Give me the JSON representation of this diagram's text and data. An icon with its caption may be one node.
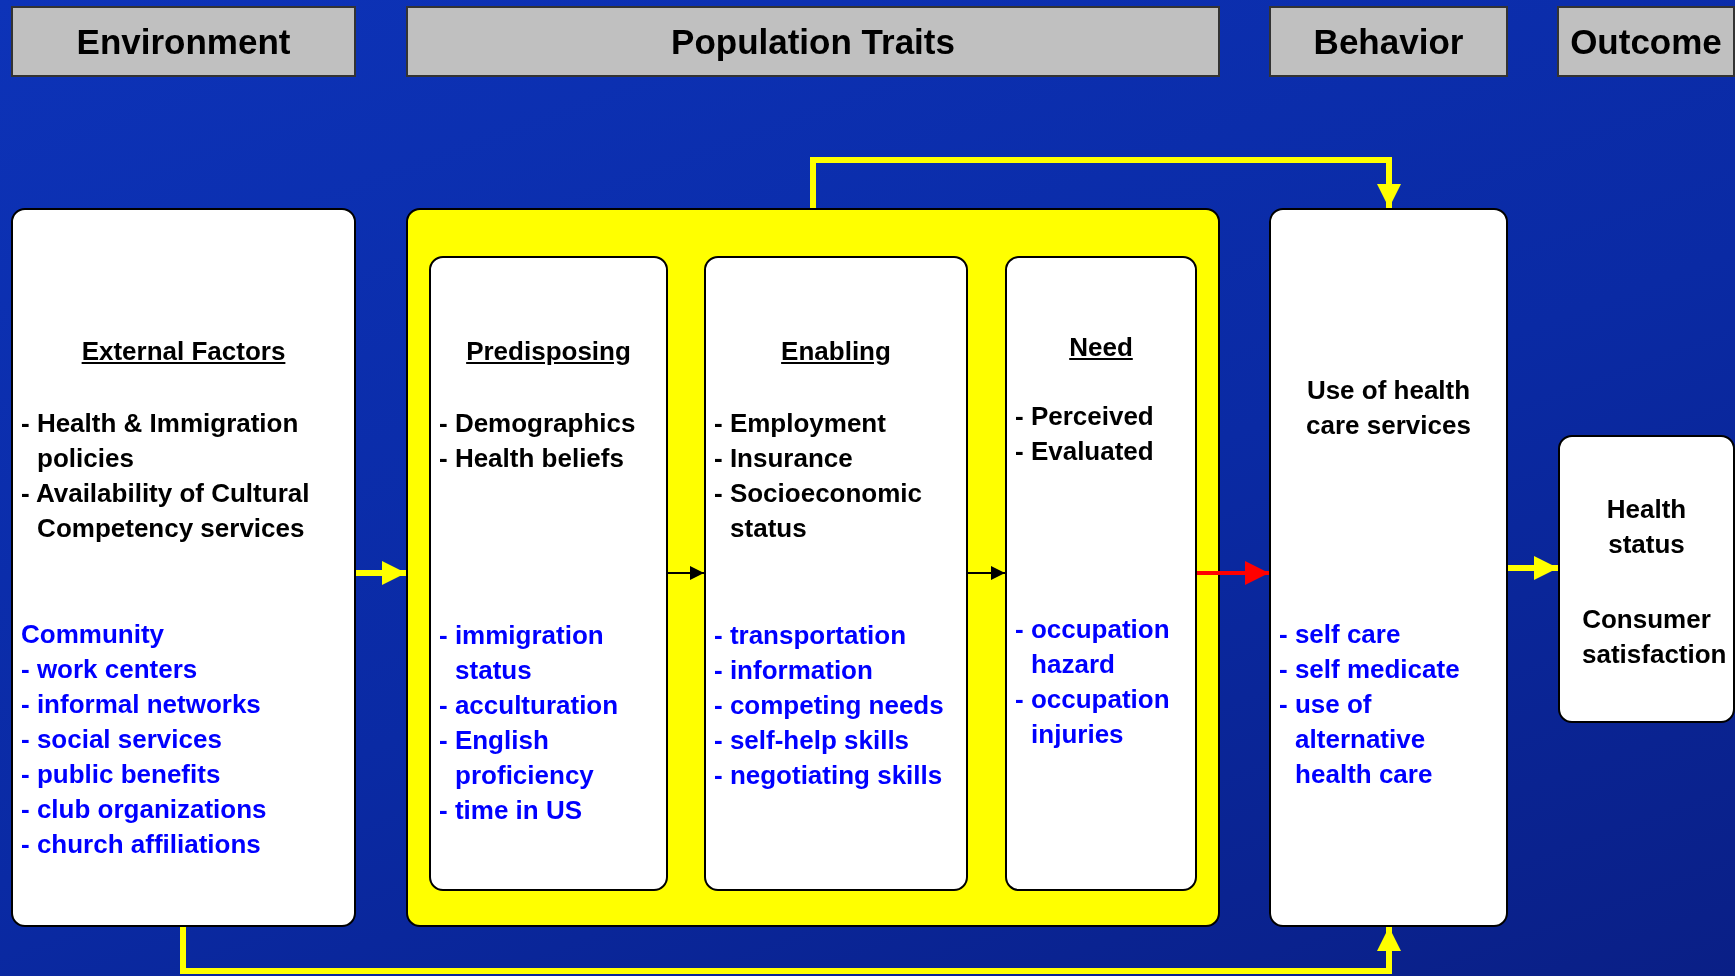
{
  "diagram": {
    "nodes": [
      {
        "text": [
          "Environment"
        ]
      },
      {
        "text": [
          "Population Traits"
        ]
      },
      {
        "text": [
          "Behavior"
        ]
      },
      {
        "text": [
          "Outcome"
        ]
      },
      {
        "text": [
          "External Factors",
          "- Health & Immigration policies",
          "- Availability of Cultural Competency services",
          "Community",
          "- work centers",
          "- informal networks",
          "- social services",
          "- public benefits",
          "- club organizations",
          "- church affiliations"
        ]
      },
      {
        "text": [],
        "shape": "box"
      },
      {
        "text": [
          "Predisposing",
          "- Demographics",
          "- Health beliefs",
          "- immigration status",
          "- acculturation",
          "- English proficiency",
          "- time in US"
        ],
        "in": 5
      },
      {
        "text": [
          "Enabling",
          "- Employment",
          "- Insurance",
          "- Socioeconomic status",
          "- transportation",
          "- information",
          "- competing needs",
          "- self-help skills",
          "- negotiating skills"
        ],
        "in": 5
      },
      {
        "text": [
          "Need",
          "- Perceived",
          "- Evaluated",
          "- occupation hazard",
          "- occupation injuries"
        ],
        "in": 5
      },
      {
        "text": [
          "Use of health care services",
          "- self care",
          "- self medicate",
          "- use of alternative health care"
        ]
      },
      {
        "text": [
          "Health status",
          "Consumer satisfaction"
        ]
      }
    ],
    "edges": [
      {
        "from": 4,
        "to": 5,
        "arrow": "to"
      },
      {
        "from": 6,
        "to": 7,
        "arrow": "to",
        "color": "#000000"
      },
      {
        "from": 7,
        "to": 8,
        "arrow": "to",
        "color": "#000000"
      },
      {
        "from": 8,
        "to": 9,
        "arrow": "to",
        "color": "#ff0000"
      },
      {
        "from": 9,
        "to": 10,
        "arrow": "to"
      },
      {
        "from": 5,
        "to": 9,
        "arrow": "to"
      },
      {
        "from": 4,
        "to": 9,
        "arrow": "to"
      }
    ]
  }
}
